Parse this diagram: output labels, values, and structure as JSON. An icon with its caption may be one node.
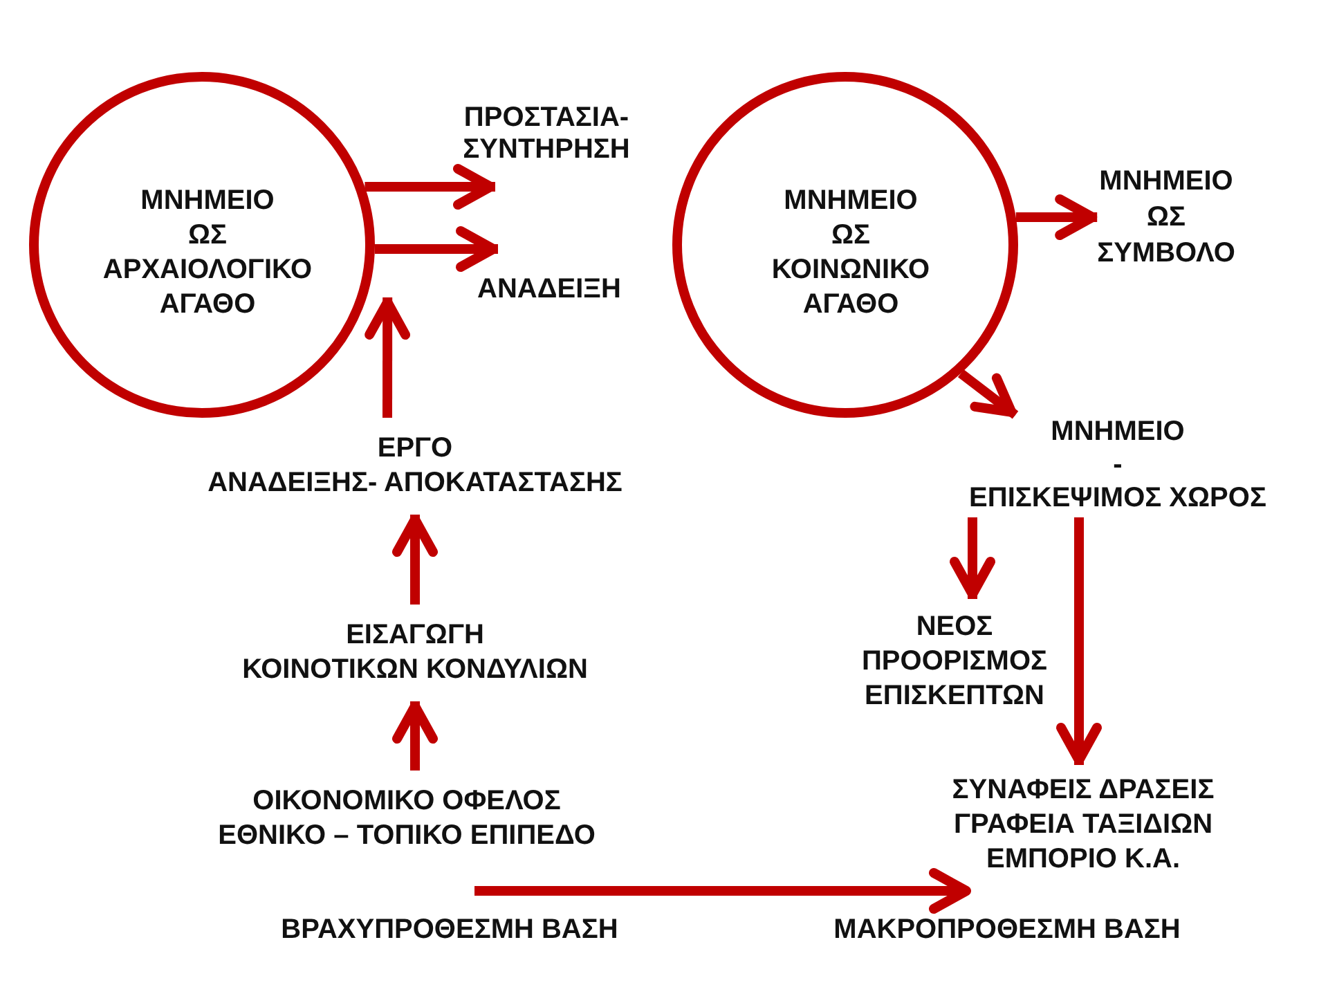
{
  "diagram": {
    "nodes": [
      {
        "text": [
          "ΜΝΗΜΕΙΟ ΩΣ ΑΡΧΑΙΟΛΟΓΙΚΟ ΑΓΑΘΟ"
        ]
      },
      {
        "text": [
          "ΠΡΟΣΤΑΣΙΑ- ΣΥΝΤΗΡΗΣΗ"
        ]
      },
      {
        "text": [
          "ΜΝΗΜΕΙΟ ΩΣ ΚΟΙΝΩΝΙΚΟ ΑΓΑΘΟ"
        ]
      },
      {
        "text": [
          "ΜΝΗΜΕΙΟ ΩΣ ΣΥΜΒΟΛΟ"
        ]
      },
      {
        "text": [
          "ΑΝΑΔΕΙΞΗ"
        ]
      },
      {
        "text": [
          "ΜΝΗΜΕΙΟ - ΕΠΙΣΚΕΨΙΜΟΣ ΧΩΡΟΣ"
        ]
      },
      {
        "text": [
          "ΕΡΓΟ ΑΝΑΔΕΙΞΗΣ- ΑΠΟΚΑΤΑΣΤΑΣΗΣ"
        ]
      },
      {
        "text": [
          "ΝΕΟΣ ΠΡΟΟΡΙΣΜΟΣ ΕΠΙΣΚΕΠΤΩΝ"
        ]
      },
      {
        "text": [
          "ΕΙΣΑΓΩΓΗ ΚΟΙΝΟΤΙΚΩΝ ΚΟΝΔΥΛΙΩΝ"
        ]
      },
      {
        "text": [
          "ΣΥΝΑΦΕΙΣ ΔΡΑΣΕΙΣ ΓΡΑΦΕΙΑ ΤΑΞΙΔΙΩΝ ΕΜΠΟΡΙΟ Κ.Α."
        ]
      },
      {
        "text": [
          "ΟΙΚΟΝΟΜΙΚΟ ΟΦΕΛΟΣ ΕΘΝΙΚΟ – ΤΟΠΙΚΟ ΕΠΙΠΕΔΟ"
        ]
      }
    ],
    "edges": [
      {
        "from": 0,
        "to": 1,
        "arrow": "to"
      },
      {
        "from": 0,
        "to": 4,
        "arrow": "to"
      },
      {
        "from": 6,
        "to": 0,
        "arrow": "to"
      },
      {
        "from": 8,
        "to": 6,
        "arrow": "to"
      },
      {
        "from": 10,
        "to": 8,
        "arrow": "to"
      },
      {
        "from": 2,
        "to": 3,
        "arrow": "to"
      },
      {
        "from": 2,
        "to": 5,
        "arrow": "to"
      },
      {
        "from": 5,
        "to": 7,
        "arrow": "to"
      },
      {
        "from": 5,
        "to": 9,
        "arrow": "to"
      }
    ],
    "labels": [
      "ΒΡΑΧΥΠΡΟΘΕΣΜΗ ΒΑΣΗ",
      "ΜΑΚΡΟΠΡΟΘΕΣΜΗ ΒΑΣΗ"
    ]
  }
}
